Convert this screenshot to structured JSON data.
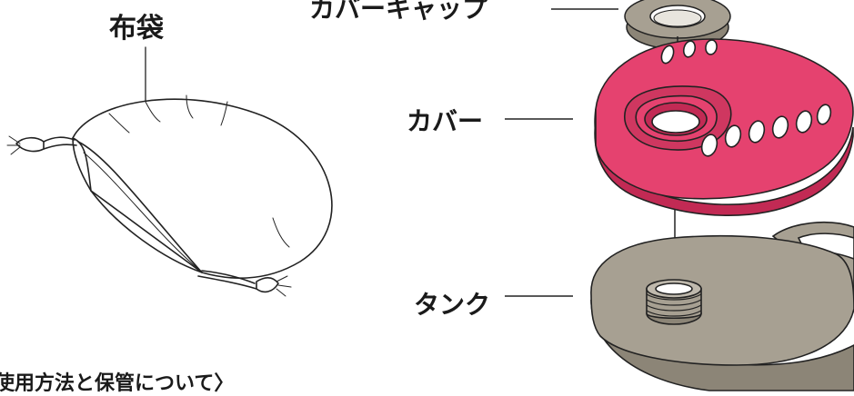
{
  "labels": {
    "bag": "布袋",
    "cap": "カバーキャップ",
    "cover": "カバー",
    "tank": "タンク"
  },
  "caption": "使用方法と保管について〉",
  "colors": {
    "cover": "#e5426f",
    "cover_shade": "#c22a54",
    "tank": "#a7a092",
    "tank_shade": "#8c8577",
    "cap": "#9d978a",
    "line": "#222222"
  },
  "icons": [
    "cloth-bag-illustration",
    "cover-cap-illustration",
    "cover-illustration",
    "tank-illustration"
  ]
}
